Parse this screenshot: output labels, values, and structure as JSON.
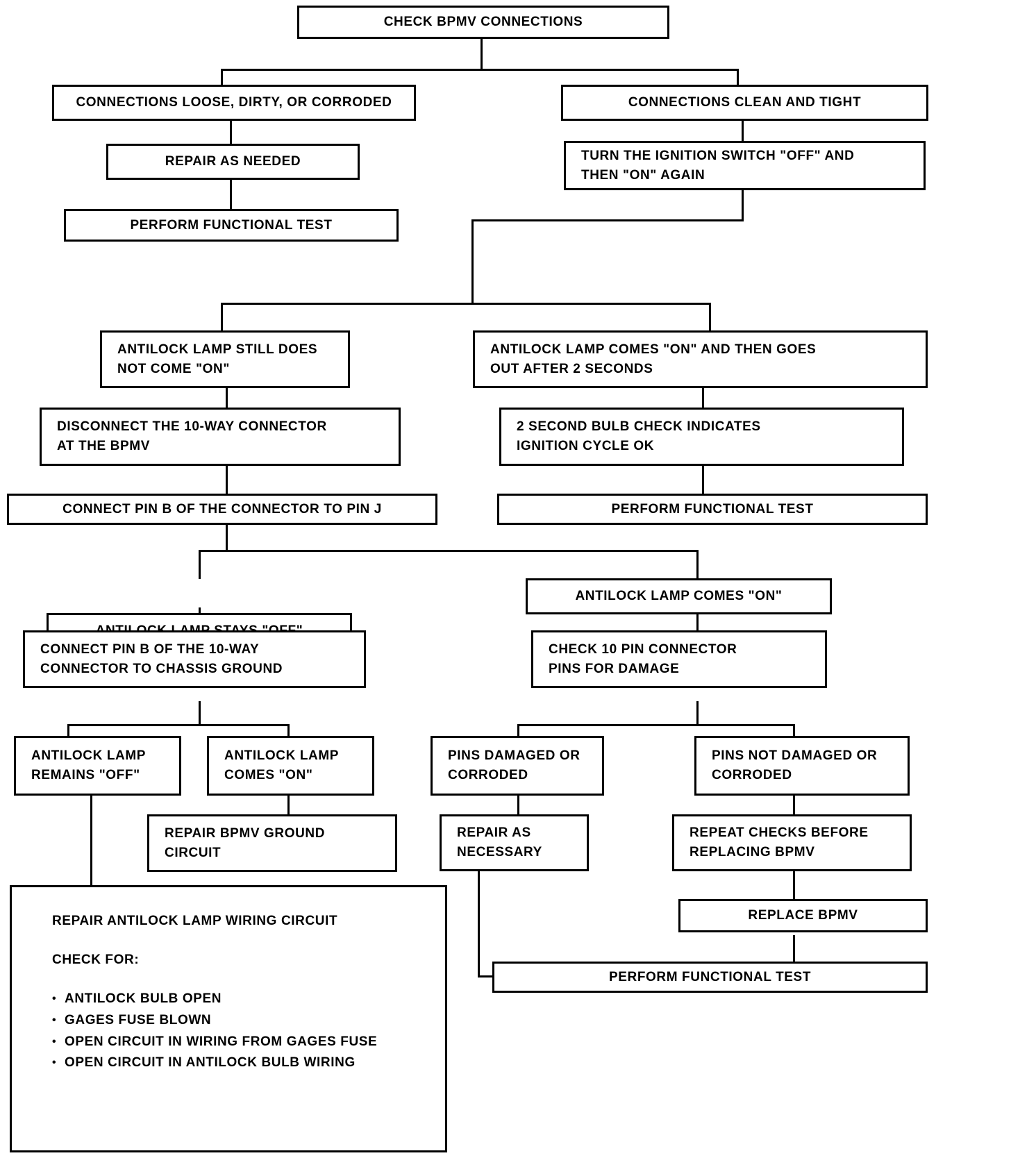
{
  "chart_data": {
    "type": "diagram",
    "title": "CHECK BPMV CONNECTIONS",
    "subtype": "troubleshooting-flowchart",
    "node_count": 22
  },
  "nodes": {
    "root": {
      "id": "n1",
      "lines": [
        "CHECK BPMV CONNECTIONS"
      ]
    },
    "loose": {
      "id": "n2",
      "lines": [
        "CONNECTIONS LOOSE, DIRTY, OR CORRODED"
      ]
    },
    "repair_needed": {
      "id": "n3",
      "lines": [
        "REPAIR AS NEEDED"
      ]
    },
    "perform_test_1": {
      "id": "n4",
      "lines": [
        "PERFORM FUNCTIONAL TEST"
      ]
    },
    "clean_tight": {
      "id": "n5",
      "lines": [
        "CONNECTIONS CLEAN AND TIGHT"
      ]
    },
    "turn_ignition": {
      "id": "n6",
      "lines": [
        "TURN THE IGNITION SWITCH \"OFF\" AND",
        "THEN \"ON\" AGAIN"
      ]
    },
    "lamp_still_off": {
      "id": "n7",
      "lines": [
        "ANTILOCK LAMP STILL DOES",
        "NOT COME \"ON\""
      ]
    },
    "disconnect_10way": {
      "id": "n8",
      "lines": [
        "DISCONNECT THE 10-WAY CONNECTOR",
        "AT THE BPMV"
      ]
    },
    "connect_pin_b_j": {
      "id": "n9",
      "lines": [
        "CONNECT PIN B OF THE CONNECTOR TO PIN J"
      ]
    },
    "lamp_on_then_out": {
      "id": "n10",
      "lines": [
        "ANTILOCK LAMP COMES \"ON\" AND THEN GOES",
        "OUT AFTER 2 SECONDS"
      ]
    },
    "bulb_check_ok": {
      "id": "n11",
      "lines": [
        "2 SECOND BULB CHECK INDICATES",
        "IGNITION CYCLE OK"
      ]
    },
    "perform_test_2": {
      "id": "n12",
      "lines": [
        "PERFORM FUNCTIONAL TEST"
      ]
    },
    "lamp_stays_off": {
      "id": "n13",
      "lines": [
        "ANTILOCK LAMP STAYS \"OFF\""
      ]
    },
    "connect_pin_b_ground": {
      "id": "n14",
      "lines": [
        "CONNECT PIN B OF THE 10-WAY",
        "CONNECTOR TO CHASSIS GROUND"
      ]
    },
    "lamp_comes_on": {
      "id": "n15",
      "lines": [
        "ANTILOCK LAMP COMES \"ON\""
      ]
    },
    "check_10_pin": {
      "id": "n16",
      "lines": [
        "CHECK 10 PIN CONNECTOR",
        "PINS FOR DAMAGE"
      ]
    },
    "lamp_remains_off": {
      "id": "n17",
      "lines": [
        "ANTILOCK LAMP",
        "REMAINS \"OFF\""
      ]
    },
    "lamp_comes_on_2": {
      "id": "n18",
      "lines": [
        "ANTILOCK LAMP",
        "COMES \"ON\""
      ]
    },
    "pins_damaged": {
      "id": "n19",
      "lines": [
        "PINS DAMAGED OR",
        "CORRODED"
      ]
    },
    "pins_not_damaged": {
      "id": "n20",
      "lines": [
        "PINS NOT DAMAGED OR",
        "CORRODED"
      ]
    },
    "repair_bpmv_ground": {
      "id": "n21",
      "lines": [
        "REPAIR BPMV GROUND",
        "CIRCUIT"
      ]
    },
    "repair_necessary": {
      "id": "n22",
      "lines": [
        "REPAIR AS",
        "NECESSARY"
      ]
    },
    "repeat_checks": {
      "id": "n23",
      "lines": [
        "REPEAT CHECKS BEFORE",
        "REPLACING BPMV"
      ]
    },
    "replace_bpmv": {
      "id": "n24",
      "lines": [
        "REPLACE BPMV"
      ]
    },
    "perform_test_3": {
      "id": "n25",
      "lines": [
        "PERFORM FUNCTIONAL TEST"
      ]
    }
  },
  "note": {
    "title": "REPAIR ANTILOCK LAMP WIRING CIRCUIT",
    "subtitle": "CHECK FOR:",
    "items": [
      "ANTILOCK BULB OPEN",
      "GAGES FUSE BLOWN",
      "OPEN CIRCUIT IN WIRING FROM GAGES FUSE",
      "OPEN CIRCUIT IN ANTILOCK BULB WIRING"
    ]
  },
  "colors": {
    "line": "#000000",
    "background": "#ffffff",
    "text": "#000000"
  }
}
